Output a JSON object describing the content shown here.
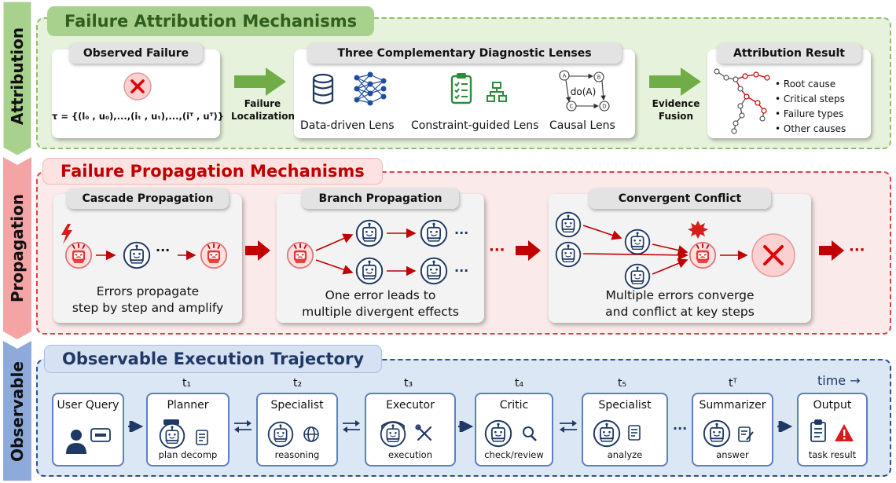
{
  "sections": {
    "attribution": {
      "side_label": "Attribution",
      "title": "Failure Attribution Mechanisms",
      "observed_failure": {
        "title": "Observed Failure",
        "formula": "τ = {(l₀ , u₀),...,(iₜ , uₜ),...,(iᵀ , uᵀ)}"
      },
      "failure_localization": [
        "Failure",
        "Localization"
      ],
      "lenses": {
        "title": "Three Complementary Diagnostic Lenses",
        "items": [
          "Data-driven Lens",
          "Constraint-guided Lens",
          "Causal Lens"
        ],
        "causal_formula": "do(A)",
        "causal_nodes": [
          "A",
          "B",
          "C",
          "D"
        ]
      },
      "evidence_fusion": [
        "Evidence",
        "Fusion"
      ],
      "result": {
        "title": "Attribution Result",
        "items": [
          "Root cause",
          "Critical steps",
          "Failure types",
          "Other causes"
        ]
      }
    },
    "propagation": {
      "side_label": "Propagation",
      "title": "Failure Propagation Mechanisms",
      "cascade": {
        "title": "Cascade Propagation",
        "desc": [
          "Errors propagate",
          "step by step and amplify"
        ],
        "ellipsis": "···"
      },
      "branch": {
        "title": "Branch Propagation",
        "desc": [
          "One error leads to",
          "multiple divergent effects"
        ],
        "ellipsis": "···"
      },
      "convergent": {
        "title": "Convergent Conflict",
        "desc": [
          "Multiple errors converge",
          "and conflict at key steps"
        ]
      },
      "arrow_ellipsis": "···",
      "trail_ellipsis": "···"
    },
    "observable": {
      "side_label": "Observable",
      "title": "Observable Execution Trajectory",
      "time_label": "time →",
      "ellipsis": "···",
      "stages": [
        {
          "name": "User Query",
          "sub": "",
          "t": ""
        },
        {
          "name": "Planner",
          "sub": "plan decomp",
          "t": "t₁"
        },
        {
          "name": "Specialist",
          "sub": "reasoning",
          "t": "t₂"
        },
        {
          "name": "Executor",
          "sub": "execution",
          "t": "t₃"
        },
        {
          "name": "Critic",
          "sub": "check/review",
          "t": "t₄"
        },
        {
          "name": "Specialist",
          "sub": "analyze",
          "t": "t₅"
        },
        {
          "name": "Summarizer",
          "sub": "answer",
          "t": "tᵀ"
        },
        {
          "name": "Output",
          "sub": "task result",
          "t": ""
        }
      ]
    }
  },
  "colors": {
    "green_fill": "#e6f2dc",
    "green_title": "#a9d18e",
    "green_text": "#385723",
    "green_arrow": "#70ad47",
    "red_fill": "#fbeaea",
    "red_title": "#fbd5d5",
    "red_text": "#c00000",
    "red_arrow": "#c00000",
    "blue_fill": "#dce7f5",
    "blue_title": "#cfdcf0",
    "blue_text": "#1f3f7f",
    "blue_arrow": "#1f3864"
  },
  "icon_names": [
    "x-circle-icon",
    "database-icon",
    "neural-network-icon",
    "clipboard-checklist-icon",
    "hierarchy-icon",
    "causal-graph-icon",
    "trajectory-tree-icon",
    "robot-icon",
    "error-robot-icon",
    "lightning-icon",
    "explosion-icon",
    "user-icon",
    "chat-icon",
    "document-icon",
    "globe-icon",
    "tools-icon",
    "magnifier-icon",
    "warning-icon",
    "shuffle-icon"
  ]
}
